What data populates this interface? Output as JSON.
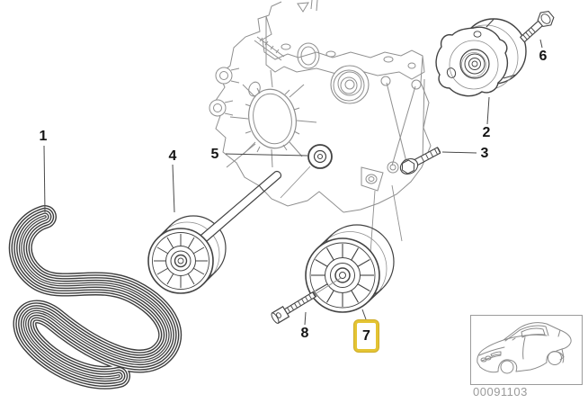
{
  "diagram": {
    "description": "Exploded parts diagram of an engine belt drive with numbered callouts",
    "callouts": {
      "c1": {
        "label": "1"
      },
      "c2": {
        "label": "2"
      },
      "c3": {
        "label": "3"
      },
      "c4": {
        "label": "4"
      },
      "c5": {
        "label": "5"
      },
      "c6": {
        "label": "6"
      },
      "c7": {
        "label": "7",
        "highlighted": true
      },
      "c8": {
        "label": "8"
      }
    },
    "footer": {
      "image_code": "00091103"
    },
    "colors": {
      "highlight_border": "#e4c433",
      "part_line": "#434343",
      "engine_line": "#8f8f8f",
      "label_text": "#141414",
      "code_text": "#9a9a9a"
    },
    "icons": {
      "vehicle_thumbnail": "car-outline-icon"
    }
  }
}
